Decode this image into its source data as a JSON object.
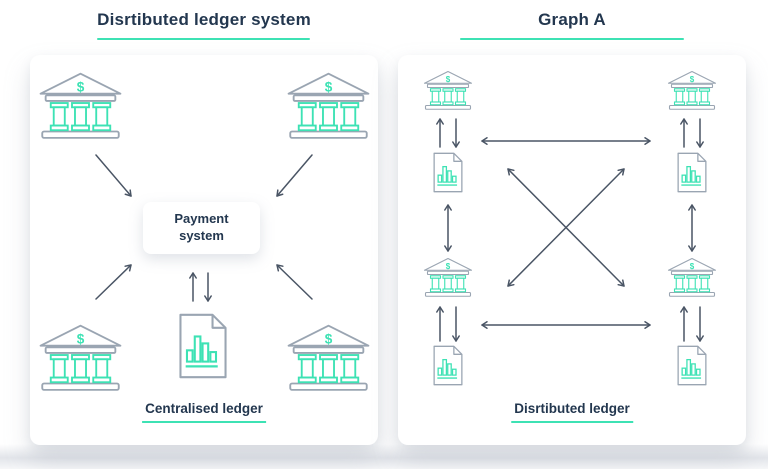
{
  "colors": {
    "teal_accent": "#3DE2B4",
    "heading_navy": "#23374F",
    "arrow_slate": "#4A5565",
    "icon_outline_gray": "#9AA5B2"
  },
  "left_panel": {
    "title": "Disrtibuted ledger system",
    "payment_box_label": "Payment system",
    "ledger_label": "Centralised ledger"
  },
  "right_panel": {
    "title": "Graph A",
    "ledger_label": "Disrtibuted ledger"
  },
  "icons": {
    "bank": "bank-icon",
    "ledger_document": "ledger-document-icon",
    "bank_dollar_glyph": "$"
  }
}
